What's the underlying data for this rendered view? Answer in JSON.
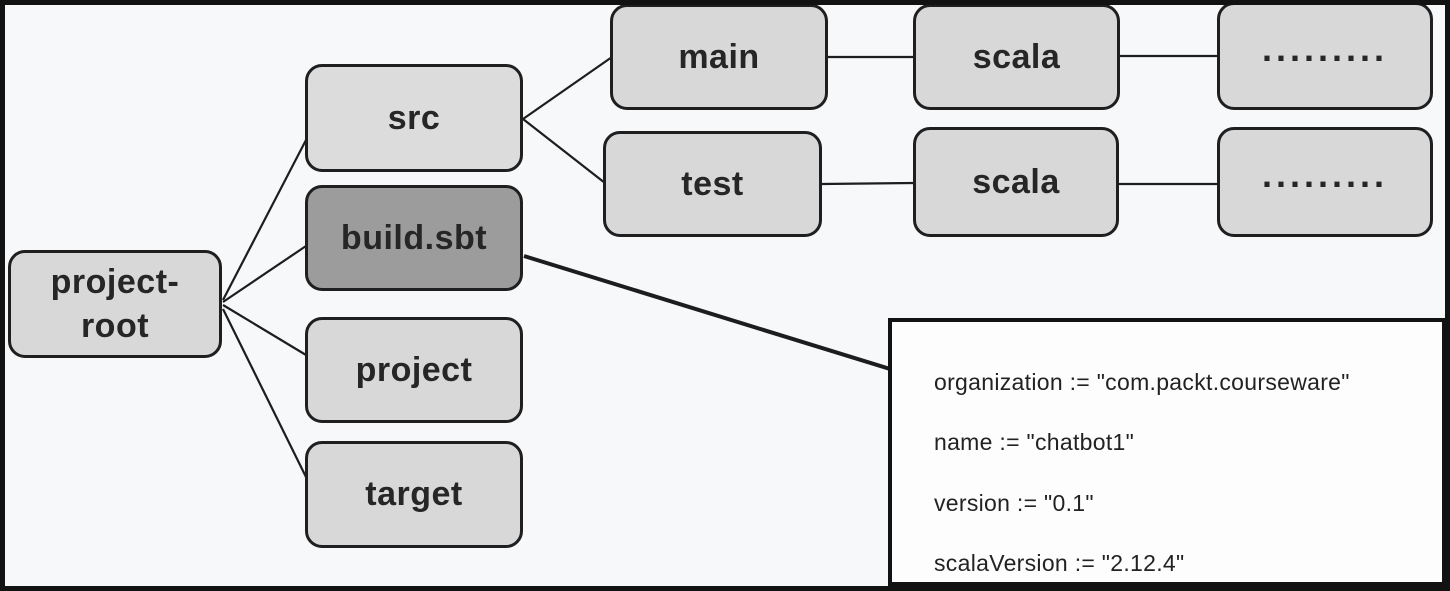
{
  "diagram": {
    "title_semantic": "sbt project directory structure",
    "colors": {
      "background": "#f7f8fa",
      "node_fill": "#d8d8d8",
      "node_fill_light": "#dcdcdc",
      "highlight_fill": "#9c9c9c",
      "border": "#1f1f1f",
      "line": "#1d1d1d",
      "code_box_fill": "#fdfdfd"
    },
    "nodes": {
      "project_root": "project-root",
      "src": "src",
      "build_sbt": "build.sbt",
      "project": "project",
      "target": "target",
      "main": "main",
      "test": "test",
      "scala_main": "scala",
      "scala_test": "scala",
      "dots_main": ".........",
      "dots_test": "........."
    },
    "edges": [
      {
        "from": "project-root",
        "to": "src"
      },
      {
        "from": "project-root",
        "to": "build.sbt"
      },
      {
        "from": "project-root",
        "to": "project"
      },
      {
        "from": "project-root",
        "to": "target"
      },
      {
        "from": "src",
        "to": "main"
      },
      {
        "from": "src",
        "to": "test"
      },
      {
        "from": "main",
        "to": "scala"
      },
      {
        "from": "test",
        "to": "scala"
      },
      {
        "from": "scala-main",
        "to": "dots-main"
      },
      {
        "from": "scala-test",
        "to": "dots-test"
      },
      {
        "from": "build.sbt",
        "to": "code-box"
      }
    ],
    "code_box": {
      "lines": [
        "organization := \"com.packt.courseware\"",
        "name := \"chatbot1\"",
        "version := \"0.1\"",
        "scalaVersion := \"2.12.4\""
      ]
    }
  }
}
